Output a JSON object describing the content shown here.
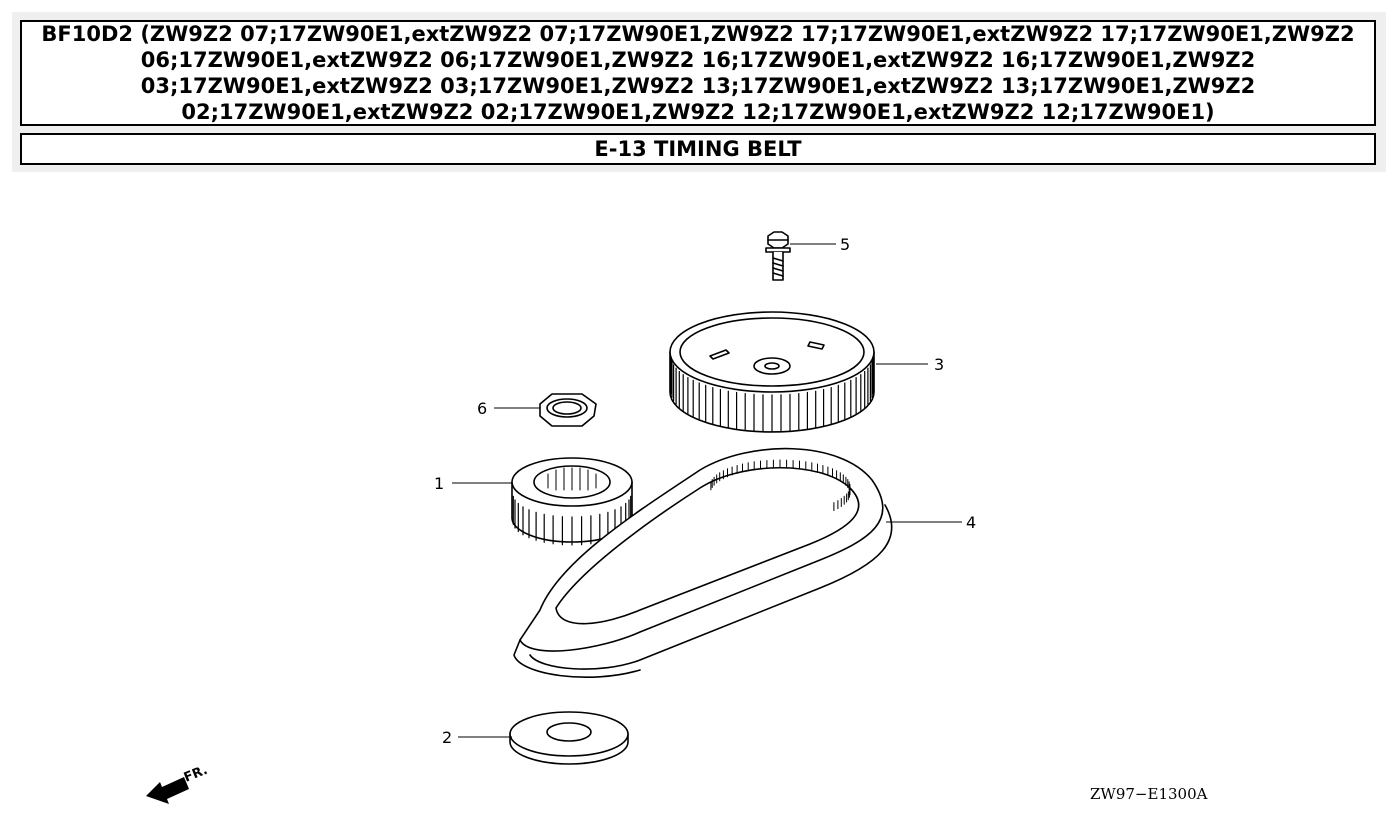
{
  "header": {
    "model_title": "BF10D2 (ZW9Z2 07;17ZW90E1,extZW9Z2 07;17ZW90E1,ZW9Z2 17;17ZW90E1,extZW9Z2 17;17ZW90E1,ZW9Z2 06;17ZW90E1,extZW9Z2 06;17ZW90E1,ZW9Z2 16;17ZW90E1,extZW9Z2 16;17ZW90E1,ZW9Z2 03;17ZW90E1,extZW9Z2 03;17ZW90E1,ZW9Z2 13;17ZW90E1,extZW9Z2 13;17ZW90E1,ZW9Z2 02;17ZW90E1,extZW9Z2 02;17ZW90E1,ZW9Z2 12;17ZW90E1,extZW9Z2 12;17ZW90E1)",
    "section_title": "E-13 TIMING BELT"
  },
  "diagram": {
    "callouts": {
      "crankshaft_pulley": "1",
      "washer": "2",
      "camshaft_pulley": "3",
      "timing_belt": "4",
      "bolt": "5",
      "nut": "6"
    },
    "front_marker": "FR.",
    "reference_code": "ZW97−E1300A"
  },
  "colors": {
    "line": "#000000",
    "background": "#ffffff",
    "header_bg": "#efefef"
  }
}
